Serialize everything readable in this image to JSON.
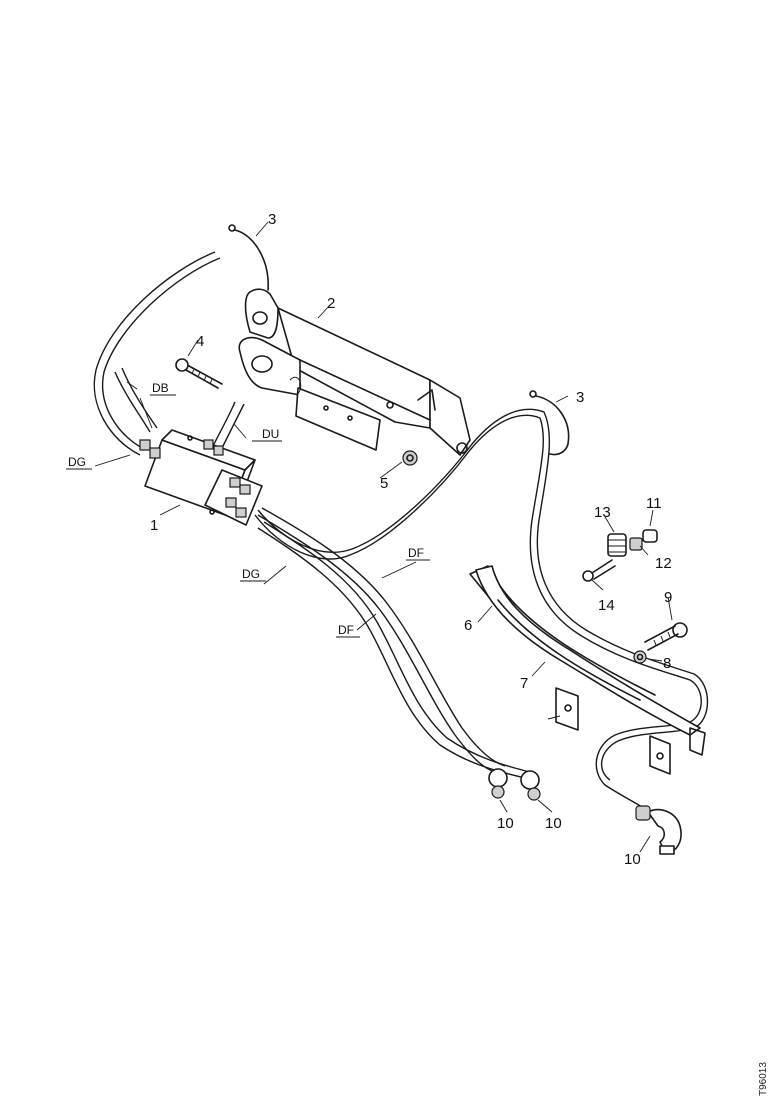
{
  "callouts": {
    "c1": "1",
    "c2": "2",
    "c3a": "3",
    "c3b": "3",
    "c4": "4",
    "c5": "5",
    "c6": "6",
    "c7": "7",
    "c8": "8",
    "c9": "9",
    "c10a": "10",
    "c10b": "10",
    "c10c": "10",
    "c11": "11",
    "c12": "12",
    "c13": "13",
    "c14": "14"
  },
  "connection_codes": {
    "db": "DB",
    "dg_left": "DG",
    "du": "DU",
    "dg_bottom": "DG",
    "df_right": "DF",
    "df_left": "DF"
  },
  "drawing_ref": "T96013"
}
